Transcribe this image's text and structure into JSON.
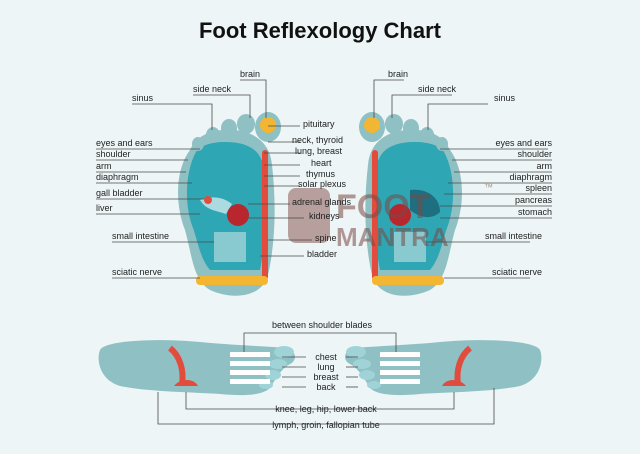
{
  "title": "Foot Reflexology Chart",
  "watermark": {
    "line1": "FOOT",
    "line2": "MANTRA",
    "tm": "™"
  },
  "left_labels": {
    "brain": "brain",
    "side_neck": "side neck",
    "sinus": "sinus",
    "eyes_ears": "eyes and ears",
    "shoulder": "shoulder",
    "arm": "arm",
    "diaphragm": "diaphragm",
    "gall_bladder": "gall bladder",
    "liver": "liver",
    "small_intestine": "small intestine",
    "sciatic_nerve": "sciatic nerve"
  },
  "center_labels": {
    "pituitary": "pituitary",
    "neck_thyroid": "neck, thyroid",
    "lung_breast": "lung, breast",
    "heart": "heart",
    "thymus": "thymus",
    "solar_plexus": "solar plexus",
    "adrenal_glands": "adrenal glands",
    "kidneys": "kidneys",
    "spine": "spine",
    "bladder": "bladder"
  },
  "right_labels": {
    "brain": "brain",
    "side_neck": "side neck",
    "sinus": "sinus",
    "eyes_ears": "eyes and ears",
    "shoulder": "shoulder",
    "arm": "arm",
    "diaphragm": "diaphragm",
    "spleen": "spleen",
    "pancreas": "pancreas",
    "stomach": "stomach",
    "small_intestine": "small intestine",
    "sciatic_nerve": "sciatic nerve"
  },
  "bottom_labels": {
    "between_shoulder_blades": "between shoulder blades",
    "chest": "chest",
    "lung": "lung",
    "breast": "breast",
    "back": "back",
    "knee_leg_hip": "knee, leg, hip, lower back",
    "lymph": "lymph, groin, fallopian tube"
  },
  "colors": {
    "foot": "#8fc0c3",
    "zone": "#2ea6b4",
    "red": "#e24c3d",
    "yellow": "#f2b632",
    "line": "#4a4a4a"
  }
}
